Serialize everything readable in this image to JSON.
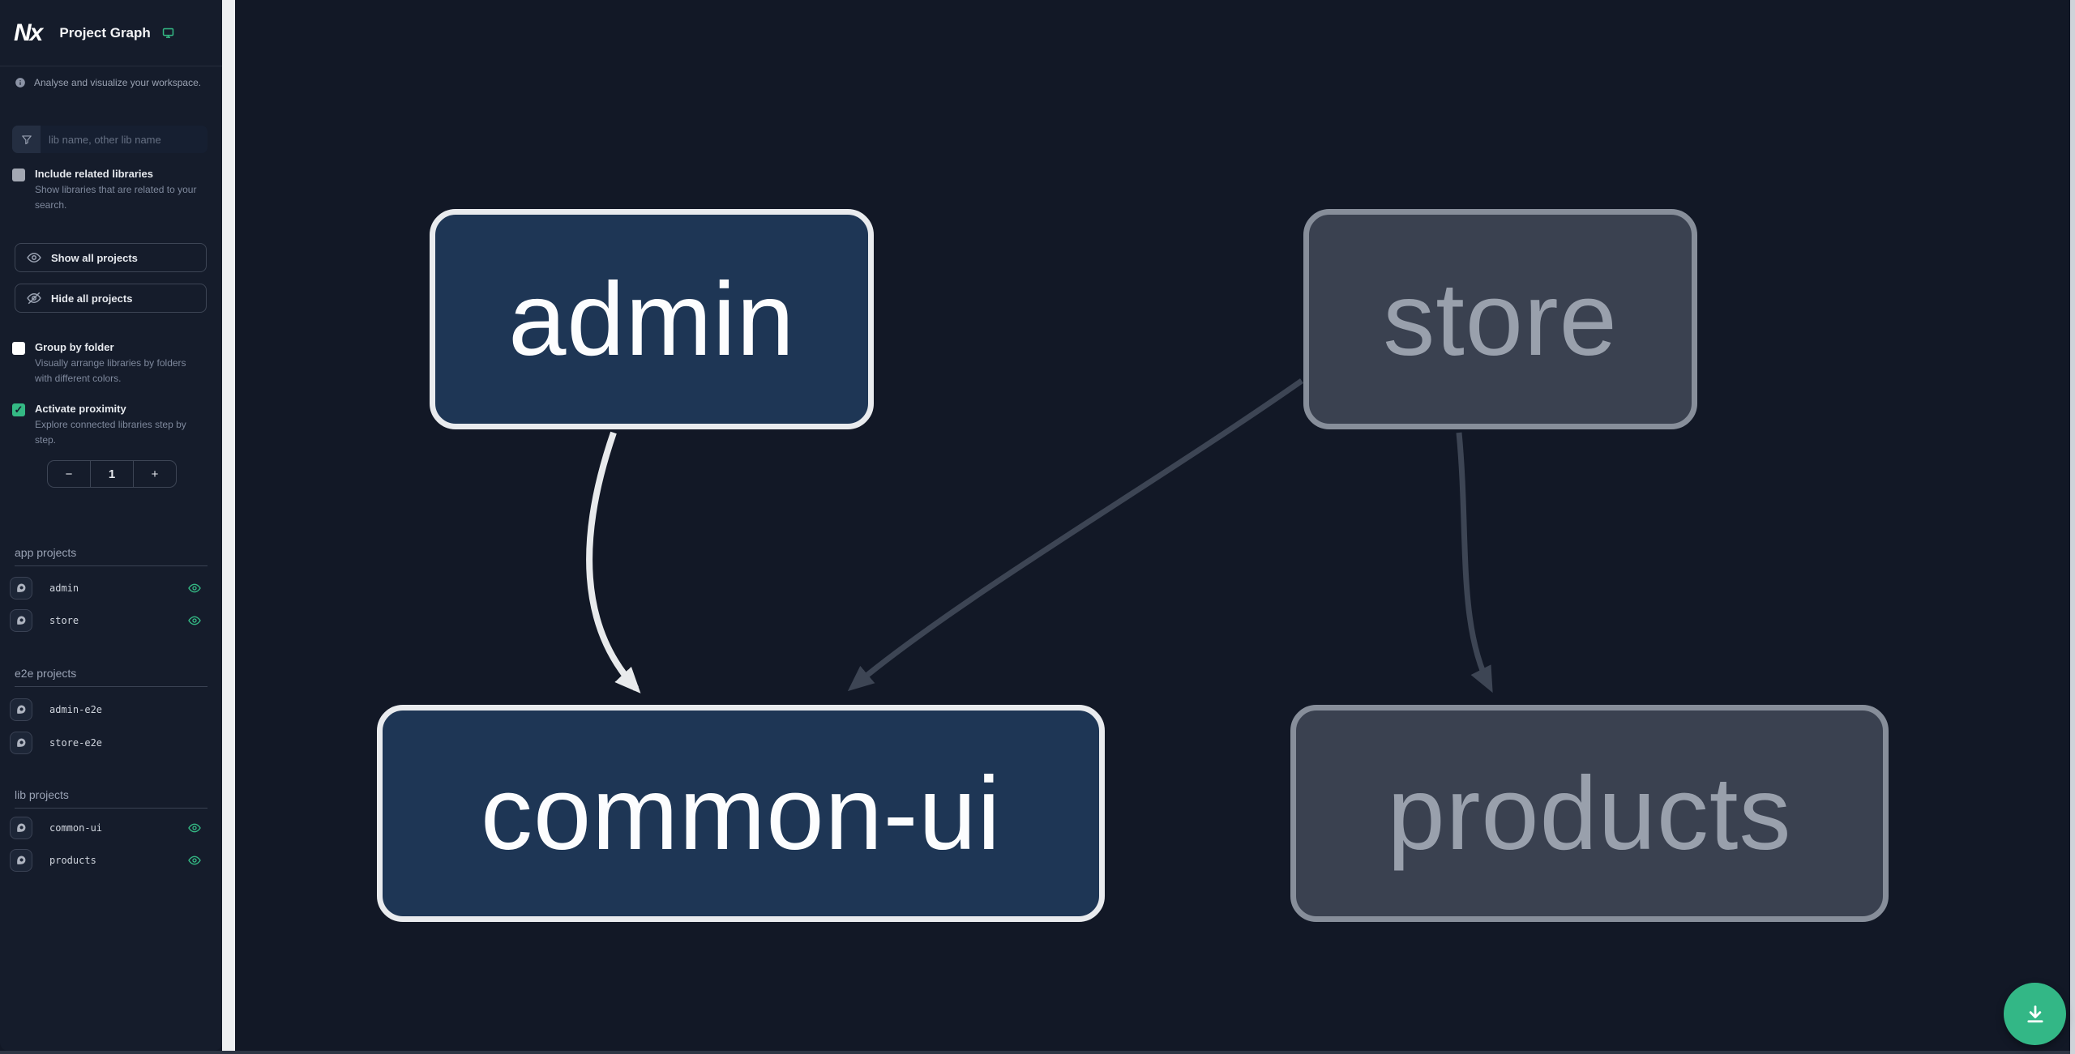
{
  "header": {
    "logo_text": "Nx",
    "title": "Project Graph"
  },
  "sidebar": {
    "tagline": "Analyse and visualize your workspace.",
    "search": {
      "placeholder": "lib name, other lib name"
    },
    "filters": {
      "include_related": {
        "label": "Include related libraries",
        "desc": "Show libraries that are related to your search.",
        "checked": false
      },
      "group_by_folder": {
        "label": "Group by folder",
        "desc": "Visually arrange libraries by folders with different colors.",
        "checked": false
      },
      "activate_proximity": {
        "label": "Activate proximity",
        "desc": "Explore connected libraries step by step.",
        "checked": true,
        "check_glyph": "✓"
      }
    },
    "actions": {
      "show_all": "Show all projects",
      "hide_all": "Hide all projects"
    },
    "proximity": {
      "decrease_label": "−",
      "value": "1",
      "increase_label": "+"
    },
    "sections": [
      {
        "title": "app projects",
        "items": [
          {
            "name": "admin",
            "visible": true
          },
          {
            "name": "store",
            "visible": true
          }
        ]
      },
      {
        "title": "e2e projects",
        "items": [
          {
            "name": "admin-e2e",
            "visible": false
          },
          {
            "name": "store-e2e",
            "visible": false
          }
        ]
      },
      {
        "title": "lib projects",
        "items": [
          {
            "name": "common-ui",
            "visible": true
          },
          {
            "name": "products",
            "visible": true
          }
        ]
      }
    ]
  },
  "graph": {
    "nodes": [
      {
        "id": "admin",
        "label": "admin",
        "state": "focused"
      },
      {
        "id": "store",
        "label": "store",
        "state": "unfocused"
      },
      {
        "id": "common-ui",
        "label": "common-ui",
        "state": "focused"
      },
      {
        "id": "products",
        "label": "products",
        "state": "unfocused"
      }
    ],
    "edges": [
      {
        "from": "admin",
        "to": "common-ui",
        "state": "focused"
      },
      {
        "from": "store",
        "to": "common-ui",
        "state": "unfocused"
      },
      {
        "from": "store",
        "to": "products",
        "state": "unfocused"
      }
    ]
  },
  "colors": {
    "accent_teal": "#34b984",
    "canvas_bg": "#121826",
    "sidebar_bg": "#151c2b",
    "node_focused_fill": "#1e3655",
    "node_focused_border": "#e9ebee",
    "node_dim_fill": "#3a4150",
    "node_dim_border": "#878e9a",
    "edge_focused": "#e8eaec",
    "edge_dim": "#3d4554"
  },
  "fab": {
    "icon": "download-icon"
  }
}
